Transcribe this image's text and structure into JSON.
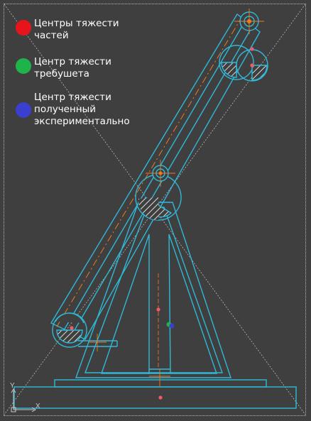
{
  "legend": [
    {
      "label": "Центры тяжести\nчастей",
      "color": "#e8141c"
    },
    {
      "label": "Центр тяжести\nтребушета",
      "color": "#1fb34b"
    },
    {
      "label": "Центр тяжести\nполученный\nэкспериментально",
      "color": "#3a3fcf"
    }
  ],
  "ucs": {
    "x_label": "X",
    "y_label": "Y"
  },
  "colors": {
    "background": "#3f3f3f",
    "outline": "#2fb8d8",
    "centerline": "#f07a1e",
    "hatch": "#ffffff",
    "part_centers": "#f05a6a",
    "guide_lines": "#c8c8c8"
  }
}
